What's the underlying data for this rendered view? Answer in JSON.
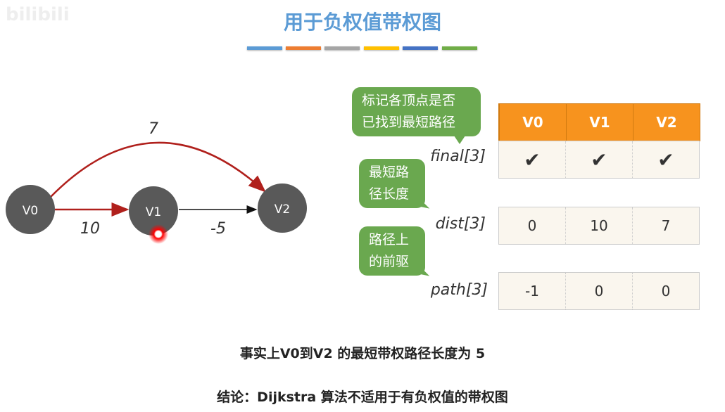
{
  "watermark": "bilibili",
  "title": "用于负权值带权图",
  "title_bar_colors": [
    "#5b9bd5",
    "#ed7d31",
    "#a5a5a5",
    "#ffc000",
    "#4472c4",
    "#70ad47"
  ],
  "graph": {
    "nodes": [
      "V0",
      "V1",
      "V2"
    ],
    "edges": [
      {
        "from": "V0",
        "to": "V1",
        "weight": "10"
      },
      {
        "from": "V1",
        "to": "V2",
        "weight": "-5"
      },
      {
        "from": "V0",
        "to": "V2",
        "weight": "7"
      }
    ]
  },
  "bubbles": {
    "final": [
      "标记各顶点是否",
      "已找到最短路径"
    ],
    "dist": [
      "最短路",
      "径长度"
    ],
    "path": [
      "路径上",
      "的前驱"
    ]
  },
  "table": {
    "headers": [
      "V0",
      "V1",
      "V2"
    ],
    "final": {
      "label": "final[3]",
      "values": [
        "✔",
        "✔",
        "✔"
      ]
    },
    "dist": {
      "label": "dist[3]",
      "values": [
        "0",
        "10",
        "7"
      ]
    },
    "path": {
      "label": "path[3]",
      "values": [
        "-1",
        "0",
        "0"
      ]
    }
  },
  "footer": {
    "fact": "事实上V0到V2 的最短带权路径长度为 5",
    "conclusion": "结论：Dijkstra 算法不适用于有负权值的带权图"
  }
}
